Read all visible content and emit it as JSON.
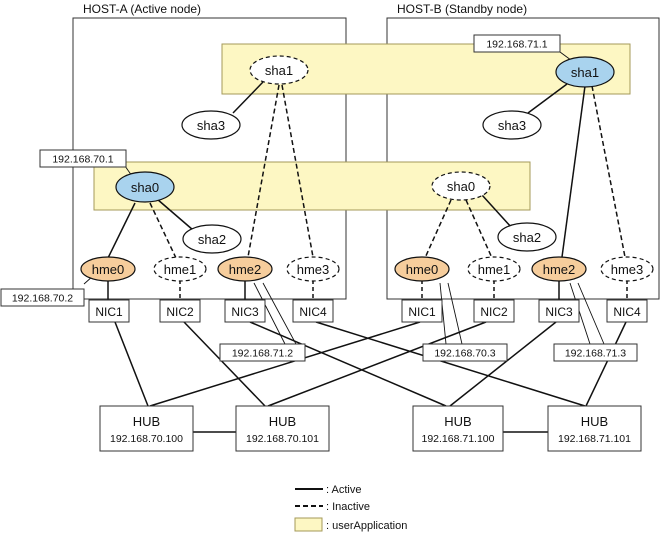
{
  "hosts": {
    "a": {
      "title": "HOST-A (Active node)"
    },
    "b": {
      "title": "HOST-B (Standby node)"
    }
  },
  "nodes": {
    "a_sha0": "sha0",
    "a_sha1": "sha1",
    "a_sha2": "sha2",
    "a_sha3": "sha3",
    "a_hme0": "hme0",
    "a_hme1": "hme1",
    "a_hme2": "hme2",
    "a_hme3": "hme3",
    "b_sha0": "sha0",
    "b_sha1": "sha1",
    "b_sha2": "sha2",
    "b_sha3": "sha3",
    "b_hme0": "hme0",
    "b_hme1": "hme1",
    "b_hme2": "hme2",
    "b_hme3": "hme3"
  },
  "nics": {
    "a_nic1": "NIC1",
    "a_nic2": "NIC2",
    "a_nic3": "NIC3",
    "a_nic4": "NIC4",
    "b_nic1": "NIC1",
    "b_nic2": "NIC2",
    "b_nic3": "NIC3",
    "b_nic4": "NIC4"
  },
  "ip_labels": {
    "sha1_b": "192.168.71.1",
    "sha0_a": "192.168.70.1",
    "hme0_a": "192.168.70.2",
    "hme2_a": "192.168.71.2",
    "hme0_b": "192.168.70.3",
    "hme2_b": "192.168.71.3"
  },
  "hubs": [
    {
      "label": "HUB",
      "ip": "192.168.70.100"
    },
    {
      "label": "HUB",
      "ip": "192.168.70.101"
    },
    {
      "label": "HUB",
      "ip": "192.168.71.100"
    },
    {
      "label": "HUB",
      "ip": "192.168.71.101"
    }
  ],
  "legend": {
    "active": ": Active",
    "inactive": ": Inactive",
    "userapp": ": userApplication"
  },
  "colors": {
    "active_sha": "#a9d3ee",
    "active_hme": "#f6cd9c",
    "user_application": "#fdf7c3",
    "user_application_border": "#a49a5a"
  }
}
